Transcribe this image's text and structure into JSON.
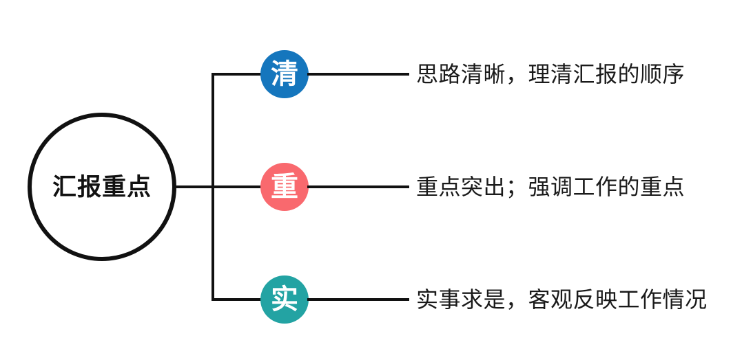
{
  "diagram": {
    "type": "mind-map",
    "background_color": "#ffffff",
    "root": {
      "label": "汇报重点",
      "shape": "circle",
      "outline_color": "#111111",
      "fill_color": "#ffffff",
      "text_color": "#111111"
    },
    "connector_color": "#111111",
    "branches": [
      {
        "key": "清",
        "circle_color": "#1576bd",
        "char_color": "#ffffff",
        "description": "思路清晰，理清汇报的顺序"
      },
      {
        "key": "重",
        "circle_color": "#f9696e",
        "char_color": "#ffffff",
        "description": "重点突出；强调工作的重点"
      },
      {
        "key": "实",
        "circle_color": "#23a3a3",
        "char_color": "#ffffff",
        "description": "实事求是，客观反映工作情况"
      }
    ]
  }
}
